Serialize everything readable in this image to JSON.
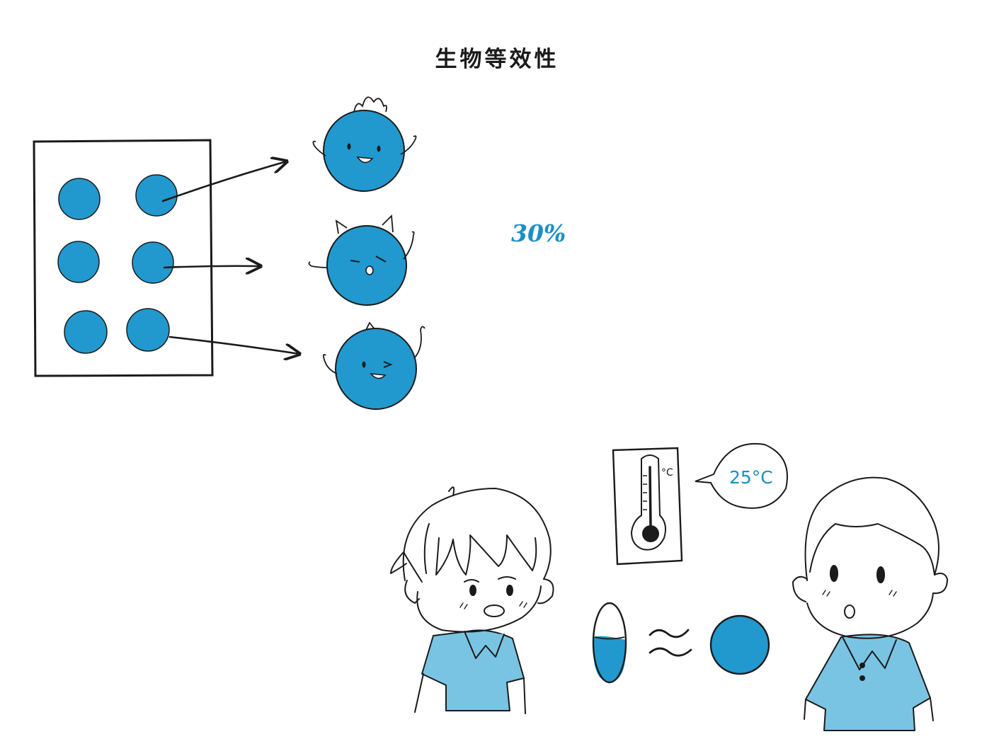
{
  "title": "生物等效性",
  "percent_label": "30%",
  "temperature_label": "25°C",
  "thermometer_unit": "°C",
  "colors": {
    "pill_blue": "#2199CE",
    "shirt_blue": "#7AC4E3",
    "ink": "#1b1b1b",
    "accent_text": "#1B8FC4"
  }
}
